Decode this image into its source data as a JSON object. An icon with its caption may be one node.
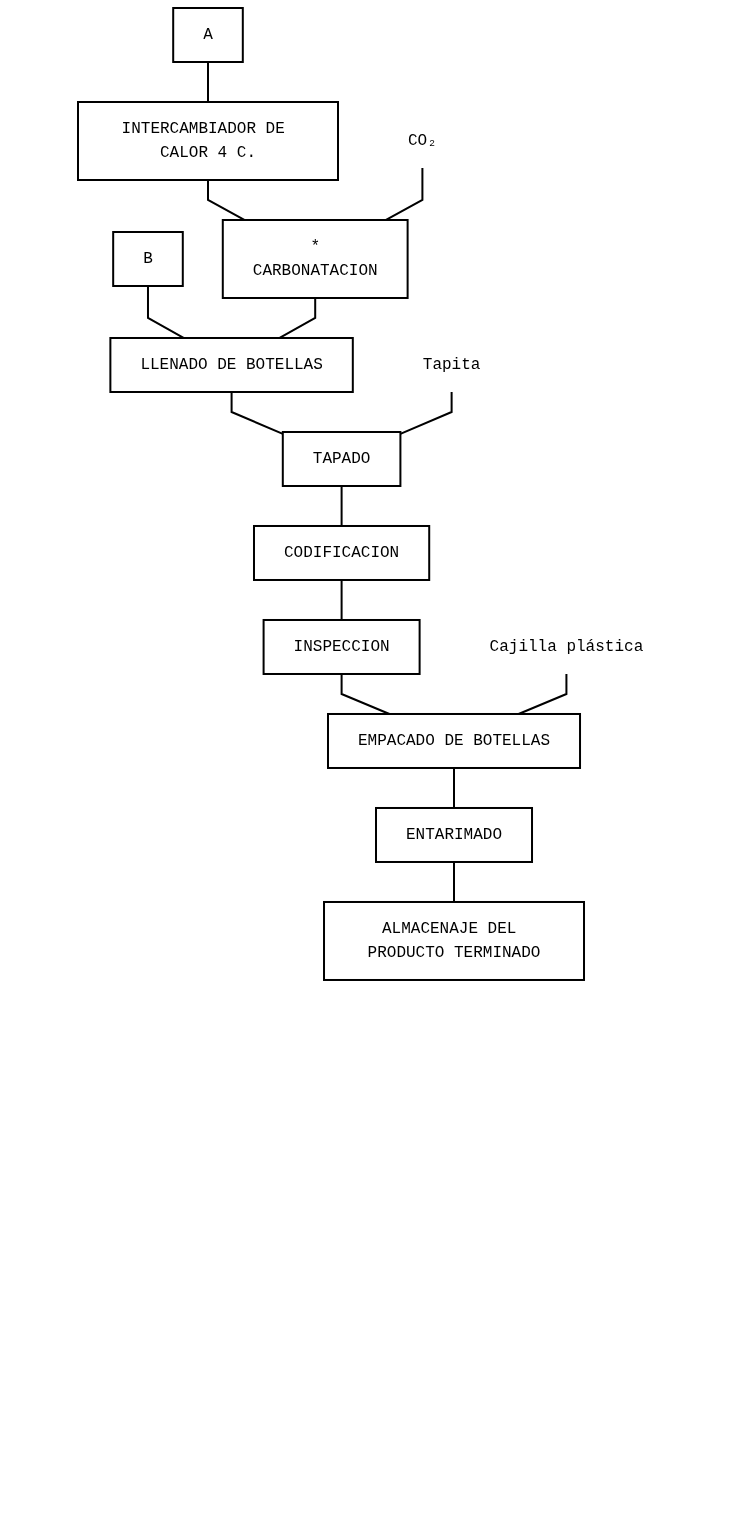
{
  "diagram": {
    "nodes": [
      {
        "text": [
          "B"
        ]
      },
      {
        "text": [
          "A"
        ]
      },
      {
        "text": [
          "INTERCAMBIADOR DE CALOR 4 C."
        ]
      },
      {
        "text": [
          "CO₂"
        ]
      },
      {
        "text": [
          "*",
          "CARBONATACION"
        ]
      },
      {
        "text": [
          "LLENADO DE BOTELLAS"
        ]
      },
      {
        "text": [
          "Tapita"
        ]
      },
      {
        "text": [
          "TAPADO"
        ]
      },
      {
        "text": [
          "CODIFICACION"
        ]
      },
      {
        "text": [
          "INSPECCION"
        ]
      },
      {
        "text": [
          "Cajilla plástica"
        ]
      },
      {
        "text": [
          "EMPACADO DE BOTELLAS"
        ]
      },
      {
        "text": [
          "ENTARIMADO"
        ]
      },
      {
        "text": [
          "ALMACENAJE DEL PRODUCTO TERMINADO"
        ]
      }
    ],
    "edges": [
      {
        "from": 1,
        "to": 2,
        "arrow": "none"
      },
      {
        "from": 2,
        "to": 4,
        "arrow": "none"
      },
      {
        "from": 3,
        "to": 4,
        "arrow": "none"
      },
      {
        "from": 0,
        "to": 5,
        "arrow": "none"
      },
      {
        "from": 4,
        "to": 5,
        "arrow": "none"
      },
      {
        "from": 5,
        "to": 7,
        "arrow": "none"
      },
      {
        "from": 6,
        "to": 7,
        "arrow": "none"
      },
      {
        "from": 7,
        "to": 8,
        "arrow": "none"
      },
      {
        "from": 8,
        "to": 9,
        "arrow": "none"
      },
      {
        "from": 9,
        "to": 11,
        "arrow": "none"
      },
      {
        "from": 10,
        "to": 11,
        "arrow": "none"
      },
      {
        "from": 11,
        "to": 12,
        "arrow": "none"
      },
      {
        "from": 12,
        "to": 13,
        "arrow": "none"
      }
    ]
  }
}
